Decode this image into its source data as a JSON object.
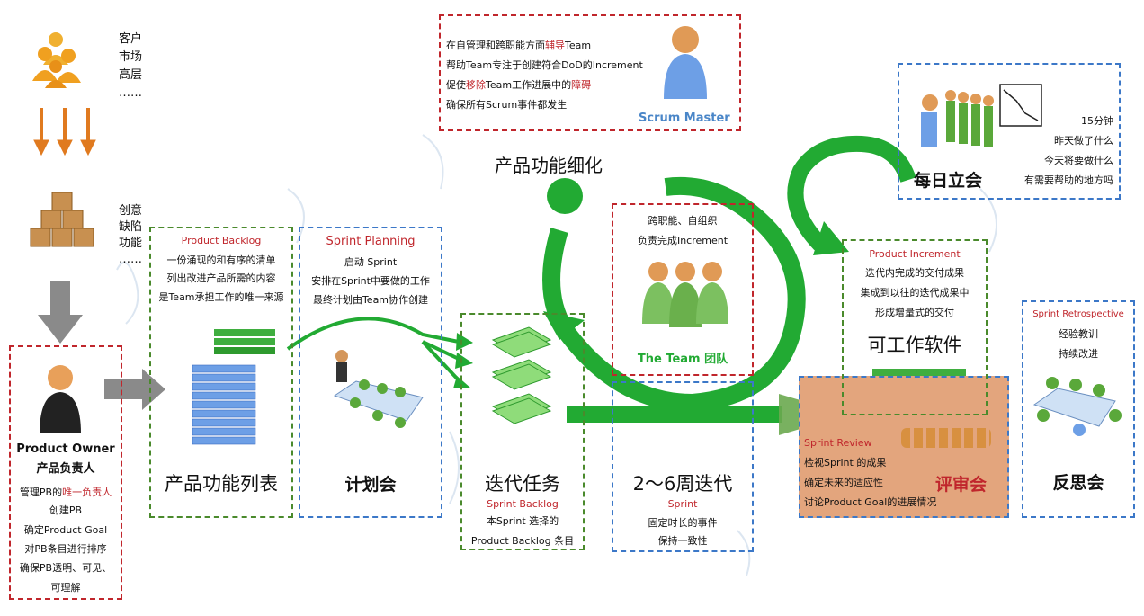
{
  "customers": {
    "lines": [
      "客户",
      "市场",
      "高层",
      "……"
    ]
  },
  "ideas": {
    "lines": [
      "创意",
      "缺陷",
      "功能",
      "……"
    ]
  },
  "product_owner": {
    "title_en": "Product Owner",
    "title_zh": "产品负责人",
    "duty1_pre": "管理PB的",
    "duty1_hl": "唯一负责人",
    "duties": [
      "创建PB",
      "确定Product Goal",
      "对PB条目进行排序",
      "确保PB透明、可见、",
      "可理解"
    ]
  },
  "product_backlog": {
    "title": "Product Backlog",
    "lines": [
      "一份涌现的和有序的清单",
      "列出改进产品所需的内容",
      "是Team承担工作的唯一来源"
    ],
    "label": "产品功能列表"
  },
  "sprint_planning": {
    "title": "Sprint Planning",
    "lines": [
      "启动 Sprint",
      "安排在Sprint中要做的工作",
      "最终计划由Team协作创建"
    ],
    "label": "计划会"
  },
  "scrum_master": {
    "line1": {
      "a": "在自管理和跨职能方面",
      "b": "辅导",
      "c": "Team"
    },
    "line2": "帮助Team专注于创建符合DoD的Increment",
    "line3": {
      "a": "促使",
      "b": "移除",
      "c": "Team工作进展中的",
      "d": "障碍"
    },
    "line4": "确保所有Scrum事件都发生",
    "label": "Scrum Master"
  },
  "refinement": {
    "label": "产品功能细化"
  },
  "team": {
    "lines": [
      "跨职能、自组织",
      "负责完成Increment"
    ],
    "label": "The Team 团队"
  },
  "sprint_backlog": {
    "label": "迭代任务",
    "title": "Sprint Backlog",
    "lines": [
      "本Sprint 选择的",
      "Product Backlog 条目"
    ]
  },
  "sprint": {
    "label": "2～6周迭代",
    "title": "Sprint",
    "lines": [
      "固定时长的事件",
      "保持一致性"
    ]
  },
  "daily": {
    "label": "每日立会",
    "lines": [
      "15分钟",
      "昨天做了什么",
      "今天将要做什么",
      "有需要帮助的地方吗"
    ]
  },
  "increment": {
    "title": "Product Increment",
    "lines": [
      "迭代内完成的交付成果",
      "集成到以往的迭代成果中",
      "形成增量式的交付"
    ],
    "label": "可工作软件"
  },
  "review": {
    "title": "Sprint Review",
    "lines": [
      "检视Sprint 的成果",
      "确定未来的适应性",
      "讨论Product Goal的进展情况"
    ],
    "label": "评审会"
  },
  "retro": {
    "title": "Sprint Retrospective",
    "lines": [
      "经验教训",
      "持续改进"
    ],
    "label": "反思会"
  },
  "colors": {
    "red": "#c0262c",
    "blue": "#3c78c8",
    "green": "#22aa33",
    "orange": "#e07a1f",
    "review_bg": "#e3a57d"
  }
}
